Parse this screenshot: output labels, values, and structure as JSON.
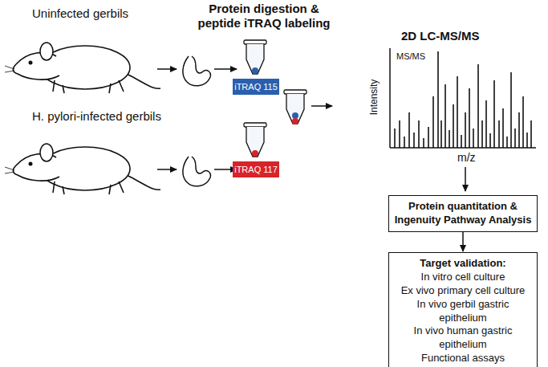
{
  "diagram": {
    "nodes": [
      {
        "text": [
          "iTRAQ 115"
        ]
      },
      {
        "text": [
          "iTRAQ 117"
        ]
      },
      {
        "text": [
          "Protein quantitation & Ingenuity Pathway Analysis"
        ]
      },
      {
        "text": [
          "Target validation:",
          "In vitro cell culture",
          "Ex vivo primary cell culture",
          "In vivo gerbil gastric epithelium",
          "In vivo human gastric epithelium",
          "Functional assays"
        ]
      }
    ],
    "edges": [
      {
        "from": 2,
        "to": 3,
        "arrow": "to"
      }
    ],
    "labels": [
      "Uninfected gerbils",
      "H. pylori-infected gerbils",
      "Protein digestion & peptide iTRAQ labeling",
      "2D LC-MS/MS",
      "MS/MS",
      "Intensity",
      "m/z"
    ]
  }
}
